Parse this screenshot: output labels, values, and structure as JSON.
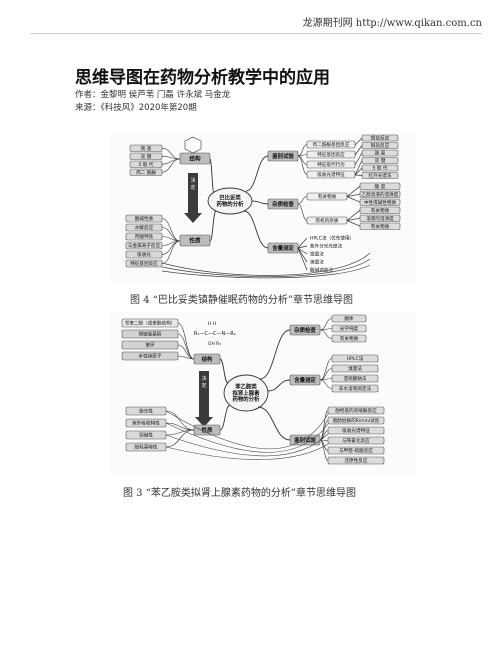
{
  "header": {
    "site": "龙源期刊网 http://www.qikan.com.cn"
  },
  "article": {
    "title": "思维导图在药物分析教学中的应用",
    "authors": "作者：金黎明 侯芦苇 门磊 许永斌 马金龙",
    "source": "来源：《科技风》2020年第20期"
  },
  "figure4": {
    "caption": "图 4 “巴比妥类镇静催眠药物的分析”章节思维导图",
    "center": [
      "巴比妥类",
      "药物的分析"
    ],
    "struct_label": "结构",
    "prop_label": "性质",
    "arrow_label": [
      "决",
      "定"
    ],
    "left_struct": [
      "巯 基",
      "双 键",
      "5 取 代",
      "丙二 酰脲"
    ],
    "left_prop": [
      "酸碱性质",
      "水解反应",
      "丙酸钾盐",
      "与金属离子反应",
      "吸收光",
      "特征基团反应"
    ],
    "ident_label": "鉴别试验",
    "ident_sub": [
      "丙二酰脲基团反应",
      "特征基团反应",
      "特征取代行为",
      "吸收光谱特征"
    ],
    "ident_leaves": [
      "银盐反应",
      "铜盐反应",
      "巯 基",
      "双 键",
      "5 取 代",
      "红外光谱法"
    ],
    "impurity_label": "杂质检查",
    "impurity_sub": [
      "有关物质",
      "有机的杂质"
    ],
    "impurity_leaves": [
      "酸 度",
      "乙醇溶液的澄清度",
      "中性或碱性物质",
      "有关物质",
      "溶液的澄清度",
      "有关物质"
    ],
    "assay_label": "含量测定",
    "assay_leaves": [
      "HPLC法（优先使用）",
      "紫外分光光度法",
      "银量法",
      "溴量法",
      "酸碱滴定法"
    ]
  },
  "figure3": {
    "caption": "图 3 “苯乙胺类拟肾上腺素药物的分析”章节思维导图",
    "center": [
      "苯乙胺类",
      "拟肾上腺素",
      "药物的分析"
    ],
    "struct_label": "结构",
    "prop_label": "性质",
    "arrow_label": [
      "决",
      "定"
    ],
    "formula_top": "H    H",
    "formula_main": "R₁—C—C—N—R₂",
    "formula_bottom": "OH  R₃",
    "left_struct": [
      "邻苯二酚（或苯酚结构）",
      "侧链氨基醇",
      "苯环",
      "手性碳原子"
    ],
    "left_prop": [
      "旋光性",
      "紫外吸收特性",
      "弱碱性",
      "酚羟基特性"
    ],
    "impurity_label": "杂质检查",
    "impurity_leaves": [
      "酮体",
      "光学纯度",
      "有关物质"
    ],
    "assay_label": "含量测定",
    "assay_leaves": [
      "HPLC法",
      "溴量法",
      "亚硝酸钠法",
      "非水溶液滴定法"
    ],
    "ident_label": "鉴别试验",
    "ident_leaves": [
      "酚羟基的双缩脲反应",
      "脂肪伯胺的Rimini试验",
      "吸收光谱特征",
      "与铁氰化反应",
      "与甲醛-硫酸反应",
      "还原性反应"
    ]
  }
}
